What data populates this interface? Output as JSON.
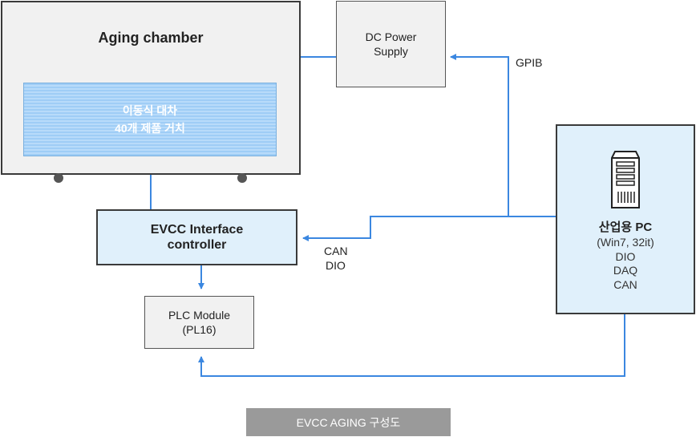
{
  "chamber": {
    "title": "Aging chamber"
  },
  "cart": {
    "line1": "이동식 대차",
    "line2": "40개 제품 거치"
  },
  "dc_power": {
    "line1": "DC Power",
    "line2": "Supply"
  },
  "evcc": {
    "line1": "EVCC Interface",
    "line2": "controller"
  },
  "plc": {
    "line1": "PLC Module",
    "line2": "(PL16)"
  },
  "pc": {
    "title": "산업용 PC",
    "lines": [
      "(Win7, 32it)",
      "DIO",
      "DAQ",
      "CAN"
    ]
  },
  "labels": {
    "gpib": "GPIB",
    "can": "CAN",
    "dio": "DIO"
  },
  "footer": {
    "caption": "EVCC AGING 구성도"
  },
  "colors": {
    "connector": "#3b87e0",
    "box_fill": "#e0f0fb",
    "caption_bg": "#9a9a9a"
  }
}
